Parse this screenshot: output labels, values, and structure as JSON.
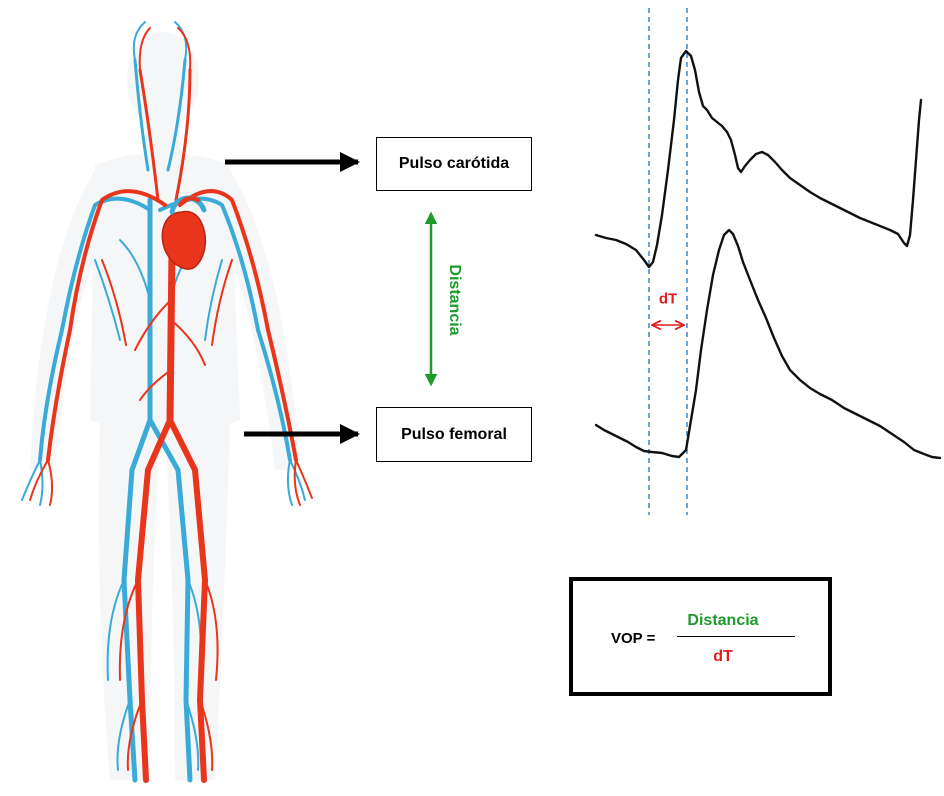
{
  "labels": {
    "carotid_pulse": "Pulso carótida",
    "femoral_pulse": "Pulso femoral",
    "distance": "Distancia",
    "time_delay": "dT"
  },
  "formula": {
    "lhs": "VOP =",
    "numerator": "Distancia",
    "denominator": "dT"
  },
  "colors": {
    "distance_green": "#1f9a2c",
    "delay_red": "#e31b1b",
    "artery_red": "#e8351c",
    "vein_blue": "#3aaad8",
    "guide_blue": "#2a7fd4",
    "trace_black": "#111111"
  }
}
